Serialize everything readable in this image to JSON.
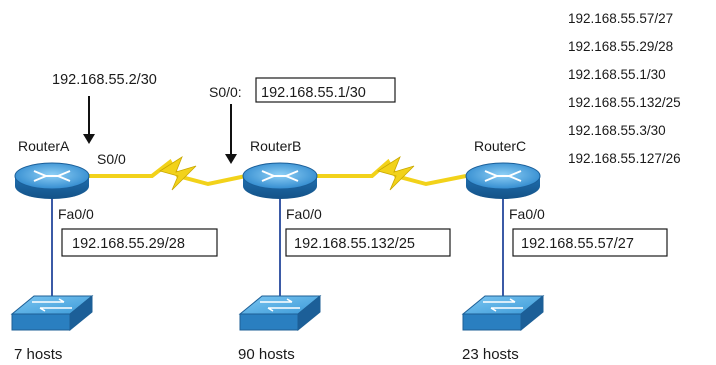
{
  "routers": [
    {
      "name": "RouterA",
      "interface": "Fa0/0",
      "lan_address": "192.168.55.29/28",
      "hosts": "7 hosts"
    },
    {
      "name": "RouterB",
      "interface": "Fa0/0",
      "lan_address": "192.168.55.132/25",
      "hosts": "90 hosts"
    },
    {
      "name": "RouterC",
      "interface": "Fa0/0",
      "lan_address": "192.168.55.57/27",
      "hosts": "23 hosts"
    }
  ],
  "serial": {
    "routerA_address": "192.168.55.2/30",
    "routerA_interface": "S0/0",
    "routerB_interface": "S0/0:",
    "routerB_address": "192.168.55.1/30"
  },
  "answer_list": [
    "192.168.55.57/27",
    "192.168.55.29/28",
    "192.168.55.1/30",
    "192.168.55.132/25",
    "192.168.55.3/30",
    "192.168.55.127/26"
  ],
  "colors": {
    "router_blue": "#2e86c9",
    "switch_blue": "#2d8fd0",
    "serial_link": "#f2d21a",
    "ethernet_link": "#3b5aa6"
  },
  "icons": {
    "router": "router-icon",
    "switch": "switch-icon",
    "serial": "lightning-bolt-icon"
  }
}
